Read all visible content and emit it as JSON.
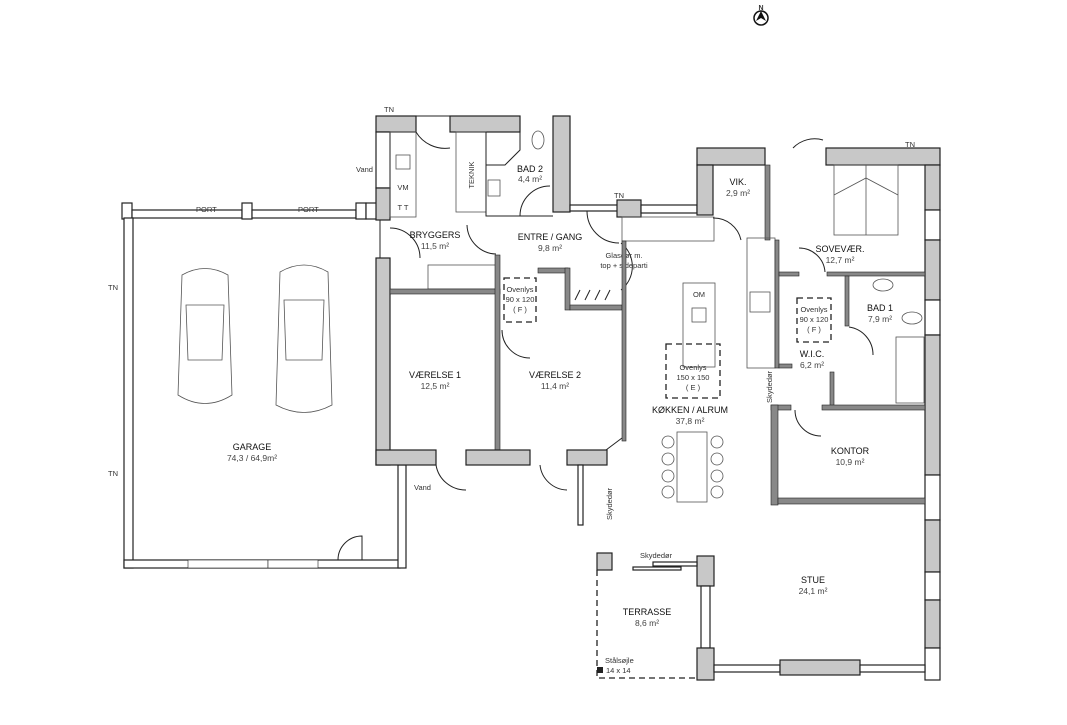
{
  "compass": {
    "label": "N"
  },
  "rooms": {
    "garage": {
      "name": "GARAGE",
      "area": "74,3 / 64,9m²"
    },
    "bryggers": {
      "name": "BRYGGERS",
      "area": "11,5 m²"
    },
    "bad2": {
      "name": "BAD 2",
      "area": "4,4 m²"
    },
    "entre": {
      "name": "ENTRE / GANG",
      "area": "9,8 m²"
    },
    "vaerelse1": {
      "name": "VÆRELSE 1",
      "area": "12,5 m²"
    },
    "vaerelse2": {
      "name": "VÆRELSE 2",
      "area": "11,4 m²"
    },
    "koekken": {
      "name": "KØKKEN / ALRUM",
      "area": "37,8 m²"
    },
    "vik": {
      "name": "VIK.",
      "area": "2,9 m²"
    },
    "sovevaer": {
      "name": "SOVEVÆR.",
      "area": "12,7 m²"
    },
    "bad1": {
      "name": "BAD 1",
      "area": "7,9 m²"
    },
    "wic": {
      "name": "W.I.C.",
      "area": "6,2 m²"
    },
    "kontor": {
      "name": "KONTOR",
      "area": "10,9 m²"
    },
    "stue": {
      "name": "STUE",
      "area": "24,1 m²"
    },
    "terrasse": {
      "name": "TERRASSE",
      "area": "8,6 m²"
    }
  },
  "labels": {
    "port": "PORT",
    "tn": "TN",
    "vand": "Vand",
    "teknik": "TEKNIK",
    "vm": "VM",
    "tt": "T T",
    "om": "OM",
    "glasdoer_1": "Glasdør m.",
    "glasdoer_2": "top + sideparti",
    "skydedoer": "Skydedør",
    "staalsoejle": "Stålsøjle",
    "staalsoejle_size": "14 x 14"
  },
  "skylights": [
    {
      "label": "Ovenlys",
      "size": "90 x 120",
      "code": "( F )"
    },
    {
      "label": "Ovenlys",
      "size": "150 x 150",
      "code": "( E )"
    },
    {
      "label": "Ovenlys",
      "size": "90 x 120",
      "code": "( F )"
    }
  ]
}
